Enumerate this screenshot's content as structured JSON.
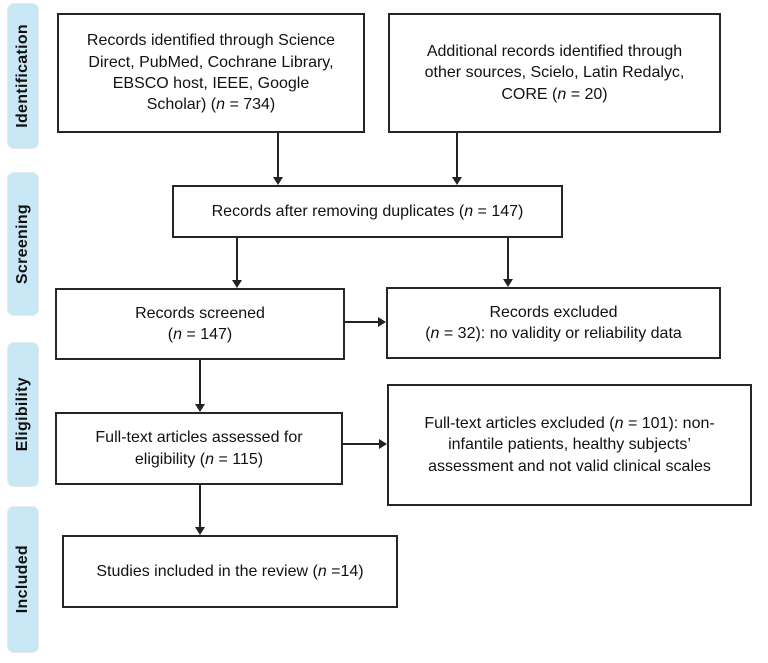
{
  "colors": {
    "stage_label_bg": "#c9e8f6",
    "box_border": "#262626",
    "box_bg": "#ffffff",
    "text": "#111111",
    "arrow": "#222222"
  },
  "stages": [
    {
      "label": "Identification"
    },
    {
      "label": "Screening"
    },
    {
      "label": "Eligibility"
    },
    {
      "label": "Included"
    }
  ],
  "boxes": {
    "identified": {
      "lines": [
        [
          {
            "t": "Records identified through Science"
          }
        ],
        [
          {
            "t": "Direct, PubMed, Cochrane Library,"
          }
        ],
        [
          {
            "t": "EBSCO host, IEEE, Google"
          }
        ],
        [
          {
            "t": "Scholar) ("
          },
          {
            "t": "n",
            "i": true
          },
          {
            "t": " = 734)"
          }
        ]
      ]
    },
    "additional": {
      "lines": [
        [
          {
            "t": "Additional records identified through"
          }
        ],
        [
          {
            "t": "other sources, Scielo, Latin Redalyc,"
          }
        ],
        [
          {
            "t": "CORE ("
          },
          {
            "t": "n",
            "i": true
          },
          {
            "t": " = 20)"
          }
        ]
      ]
    },
    "duplicates": {
      "lines": [
        [
          {
            "t": "Records after removing duplicates ("
          },
          {
            "t": "n",
            "i": true
          },
          {
            "t": " = 147)"
          }
        ]
      ]
    },
    "screened": {
      "lines": [
        [
          {
            "t": "Records screened"
          }
        ],
        [
          {
            "t": "("
          },
          {
            "t": "n",
            "i": true
          },
          {
            "t": " = 147)"
          }
        ]
      ]
    },
    "excluded": {
      "lines": [
        [
          {
            "t": "Records excluded"
          }
        ],
        [
          {
            "t": "("
          },
          {
            "t": "n",
            "i": true
          },
          {
            "t": " = 32): no validity or reliability data"
          }
        ]
      ]
    },
    "fulltext": {
      "lines": [
        [
          {
            "t": "Full-text articles assessed for"
          }
        ],
        [
          {
            "t": "eligibility ("
          },
          {
            "t": "n",
            "i": true
          },
          {
            "t": " = 115)"
          }
        ]
      ]
    },
    "fulltext_excluded": {
      "lines": [
        [
          {
            "t": "Full-text articles excluded ("
          },
          {
            "t": "n",
            "i": true
          },
          {
            "t": " = 101): non-"
          }
        ],
        [
          {
            "t": "infantile patients, healthy subjects’"
          }
        ],
        [
          {
            "t": "assessment and not valid clinical scales"
          }
        ]
      ]
    },
    "included": {
      "lines": [
        [
          {
            "t": "Studies included in the review ("
          },
          {
            "t": "n",
            "i": true
          },
          {
            "t": " =14)"
          }
        ]
      ]
    }
  }
}
